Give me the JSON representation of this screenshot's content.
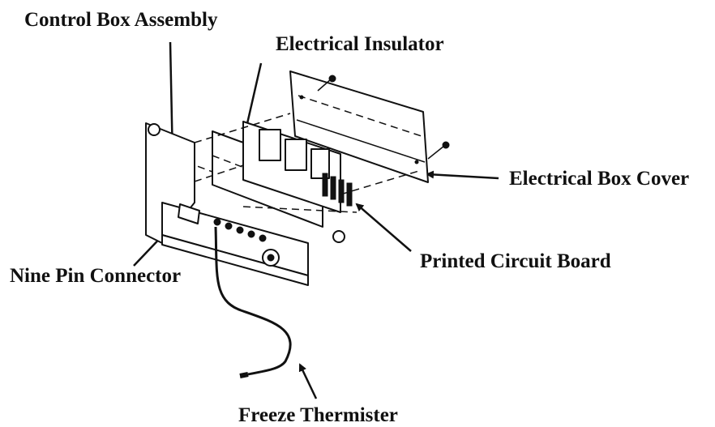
{
  "labels": {
    "control_box_assembly": "Control Box Assembly",
    "electrical_insulator": "Electrical Insulator",
    "electrical_box_cover": "Electrical Box Cover",
    "nine_pin_connector": "Nine Pin Connector",
    "printed_circuit_board": "Printed Circuit Board",
    "freeze_thermister": "Freeze Thermister"
  },
  "colors": {
    "ink": "#111111",
    "background": "#ffffff"
  }
}
